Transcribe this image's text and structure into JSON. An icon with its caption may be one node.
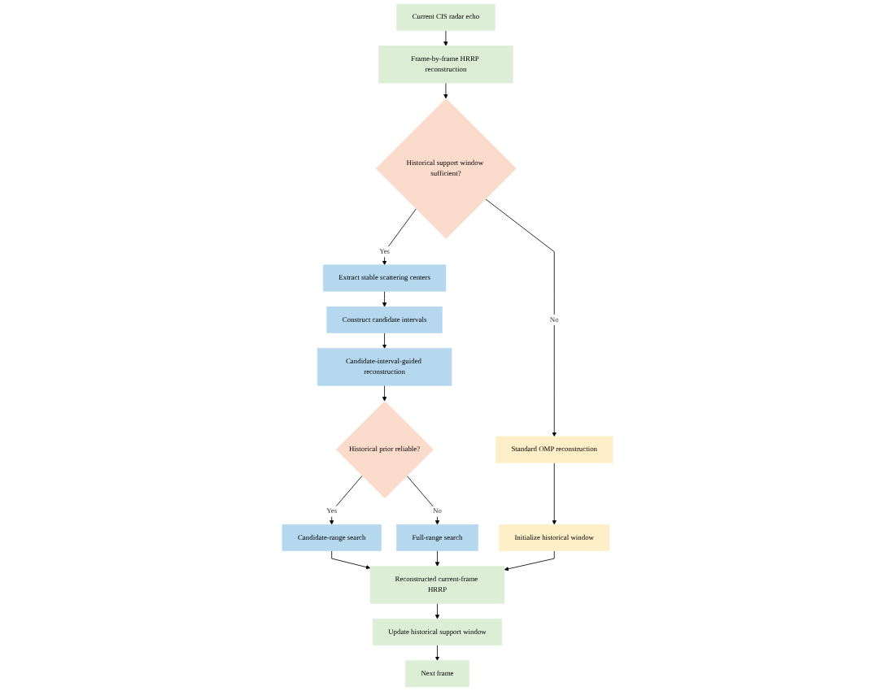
{
  "diagram": {
    "nodes": [
      {
        "text": [
          "Current CIS radar echo"
        ]
      },
      {
        "text": [
          "Frame-by-frame HRRP reconstruction"
        ]
      },
      {
        "text": [
          "Historical support window sufficient?"
        ]
      },
      {
        "text": [
          "Extract stable scattering centers"
        ]
      },
      {
        "text": [
          "Construct candidate intervals"
        ]
      },
      {
        "text": [
          "Candidate-interval-guided reconstruction"
        ]
      },
      {
        "text": [
          "Historical prior reliable?"
        ]
      },
      {
        "text": [
          "Candidate-range search"
        ]
      },
      {
        "text": [
          "Full-range search"
        ]
      },
      {
        "text": [
          "Standard OMP reconstruction"
        ]
      },
      {
        "text": [
          "Initialize historical window"
        ]
      },
      {
        "text": [
          "Reconstructed current-frame HRRP"
        ]
      },
      {
        "text": [
          "Update historical support window"
        ]
      },
      {
        "text": [
          "Next frame"
        ]
      }
    ],
    "edges": [
      {
        "from": 0,
        "to": 1,
        "arrow": "to"
      },
      {
        "from": 1,
        "to": 2,
        "arrow": "to"
      },
      {
        "from": 2,
        "to": 3,
        "arrow": "to",
        "label": "Yes"
      },
      {
        "from": 2,
        "to": 9,
        "arrow": "to",
        "label": "No"
      },
      {
        "from": 3,
        "to": 4,
        "arrow": "to"
      },
      {
        "from": 4,
        "to": 5,
        "arrow": "to"
      },
      {
        "from": 5,
        "to": 6,
        "arrow": "to"
      },
      {
        "from": 6,
        "to": 7,
        "arrow": "to",
        "label": "Yes"
      },
      {
        "from": 6,
        "to": 8,
        "arrow": "to",
        "label": "No"
      },
      {
        "from": 9,
        "to": 10,
        "arrow": "to"
      },
      {
        "from": 7,
        "to": 11,
        "arrow": "to"
      },
      {
        "from": 8,
        "to": 11,
        "arrow": "to"
      },
      {
        "from": 10,
        "to": 11,
        "arrow": "to"
      },
      {
        "from": 11,
        "to": 12,
        "arrow": "to"
      },
      {
        "from": 12,
        "to": 13,
        "arrow": "to"
      }
    ]
  }
}
